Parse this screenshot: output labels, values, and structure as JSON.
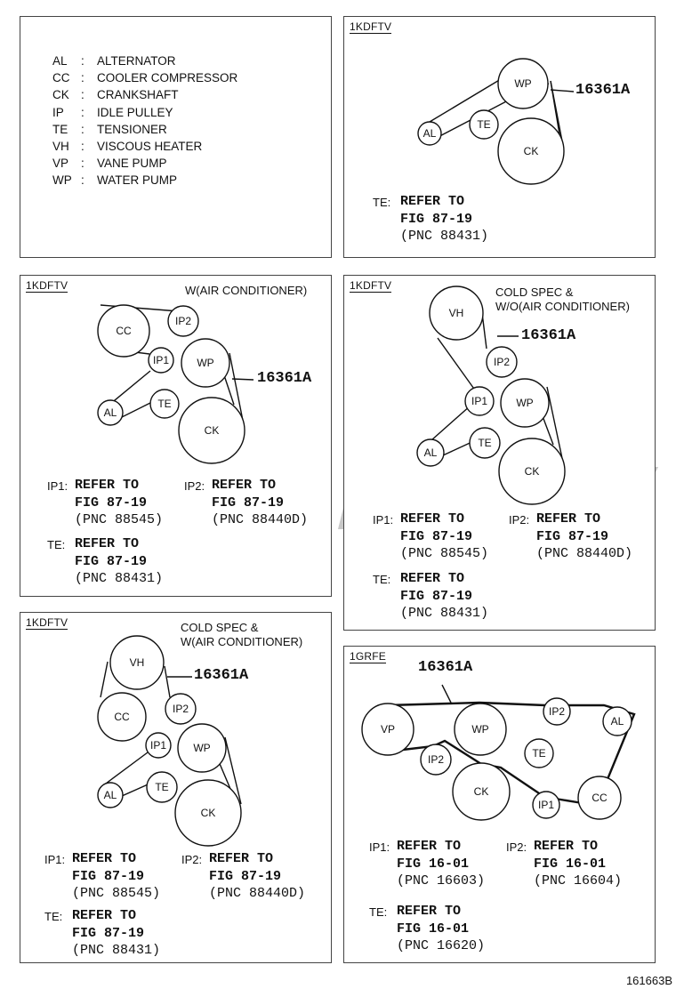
{
  "legend": [
    {
      "abbr": "AL",
      "desc": "ALTERNATOR"
    },
    {
      "abbr": "CC",
      "desc": "COOLER COMPRESSOR"
    },
    {
      "abbr": "CK",
      "desc": "CRANKSHAFT"
    },
    {
      "abbr": "IP",
      "desc": "IDLE PULLEY"
    },
    {
      "abbr": "TE",
      "desc": "TENSIONER"
    },
    {
      "abbr": "VH",
      "desc": "VISCOUS HEATER"
    },
    {
      "abbr": "VP",
      "desc": "VANE PUMP"
    },
    {
      "abbr": "WP",
      "desc": "WATER PUMP"
    }
  ],
  "part_number": "16361A",
  "panels": {
    "p1": {
      "tag": "1KDFTV",
      "note": ""
    },
    "p2": {
      "tag": "1KDFTV",
      "note": "W(AIR CONDITIONER)"
    },
    "p3": {
      "tag": "1KDFTV",
      "note_l1": "COLD SPEC &",
      "note_l2": "W/O(AIR CONDITIONER)"
    },
    "p4": {
      "tag": "1KDFTV",
      "note_l1": "COLD SPEC &",
      "note_l2": "W(AIR CONDITIONER)"
    },
    "p5": {
      "tag": "1GRFE"
    }
  },
  "refs": {
    "refer_to": "REFER TO",
    "fig_87": "FIG 87-19",
    "fig_16": "FIG 16-01",
    "ip1": "IP1:",
    "ip2": "IP2:",
    "te": "TE:",
    "pnc_88431": "(PNC 88431)",
    "pnc_88545": "(PNC 88545)",
    "pnc_88440d": "(PNC 88440D)",
    "pnc_16603": "(PNC 16603)",
    "pnc_16604": "(PNC 16604)",
    "pnc_16620": "(PNC 16620)"
  },
  "pulleys": {
    "AL": "AL",
    "CC": "CC",
    "CK": "CK",
    "TE": "TE",
    "VH": "VH",
    "VP": "VP",
    "WP": "WP",
    "IP1": "IP1",
    "IP2": "IP2"
  },
  "separator": ":",
  "footer_code": "161663B"
}
